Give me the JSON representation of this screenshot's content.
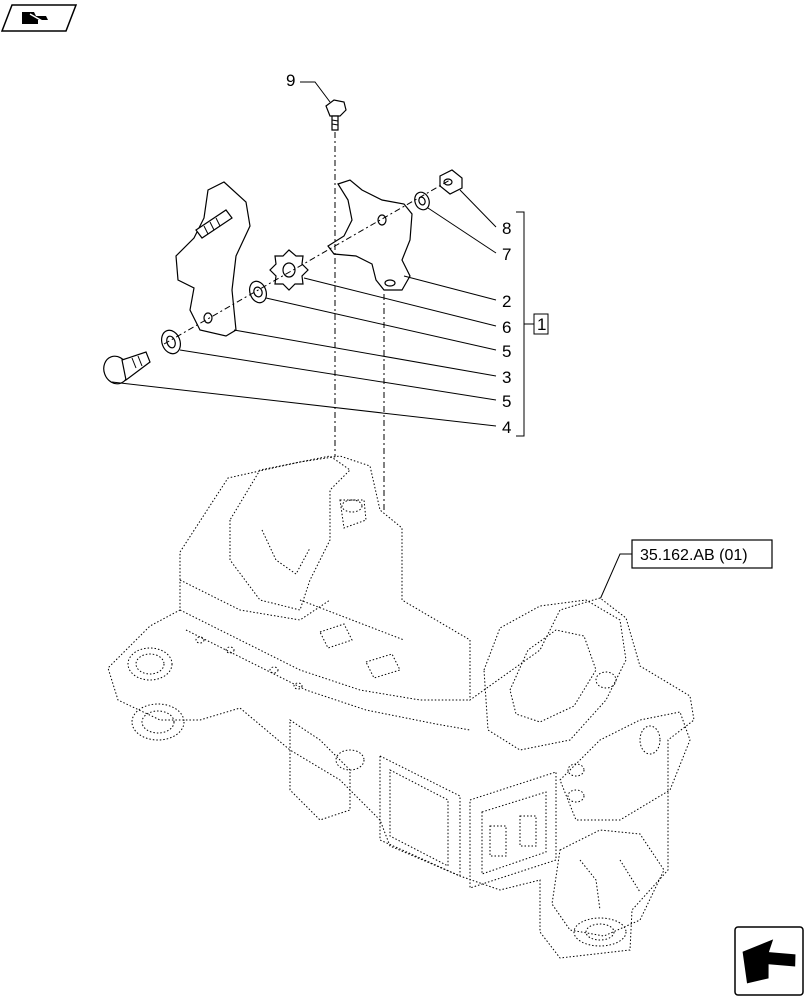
{
  "callouts": {
    "c9": "9",
    "c8": "8",
    "c7": "7",
    "c2": "2",
    "c6": "6",
    "c5a": "5",
    "c3": "3",
    "c5b": "5",
    "c4": "4"
  },
  "group_label": "1",
  "reference_label": "35.162.AB (01)",
  "icons": {
    "top_left": "open-book-hand-icon",
    "bottom_right": "next-page-arrow-icon"
  }
}
